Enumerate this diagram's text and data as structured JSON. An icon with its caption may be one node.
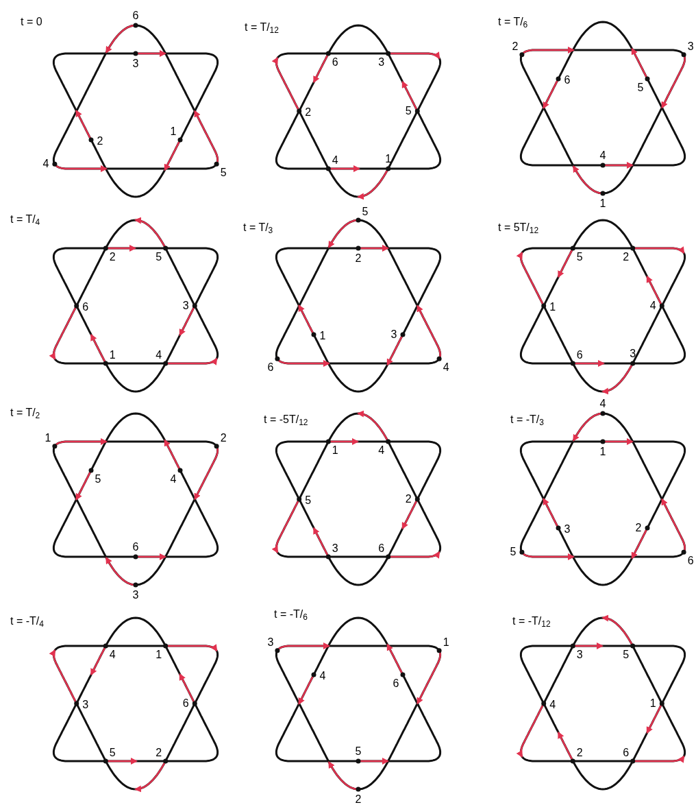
{
  "diagram": {
    "labels": [
      "t = 0",
      "6",
      "3",
      "2",
      "1",
      "4",
      "5",
      "t = T/$_{12}$",
      "6",
      "3",
      "2",
      "5",
      "4",
      "1",
      "t = T/$_{6}$",
      "2",
      "3",
      "6",
      "5",
      "4",
      "1",
      "t = T/$_{4}$",
      "2",
      "5",
      "6",
      "3",
      "1",
      "4",
      "t = T/$_{3}$",
      "5",
      "2",
      "1",
      "3",
      "6",
      "4",
      "t = 5T/$_{12}$",
      "5",
      "2",
      "1",
      "4",
      "6",
      "3",
      "t = T/$_{2}$",
      "1",
      "2",
      "5",
      "4",
      "6",
      "3",
      "t = -5T/$_{12}$",
      "1",
      "4",
      "5",
      "2",
      "3",
      "6",
      "t = -T/$_{3}$",
      "4",
      "1",
      "3",
      "2",
      "5",
      "6",
      "t = -T/$_{4}$",
      "4",
      "1",
      "3",
      "6",
      "5",
      "2",
      "t = -T/$_{6}$",
      "3",
      "1",
      "4",
      "6",
      "5",
      "2",
      "t = -T/$_{12}$",
      "3",
      "5",
      "4",
      "1",
      "2",
      "6"
    ]
  }
}
